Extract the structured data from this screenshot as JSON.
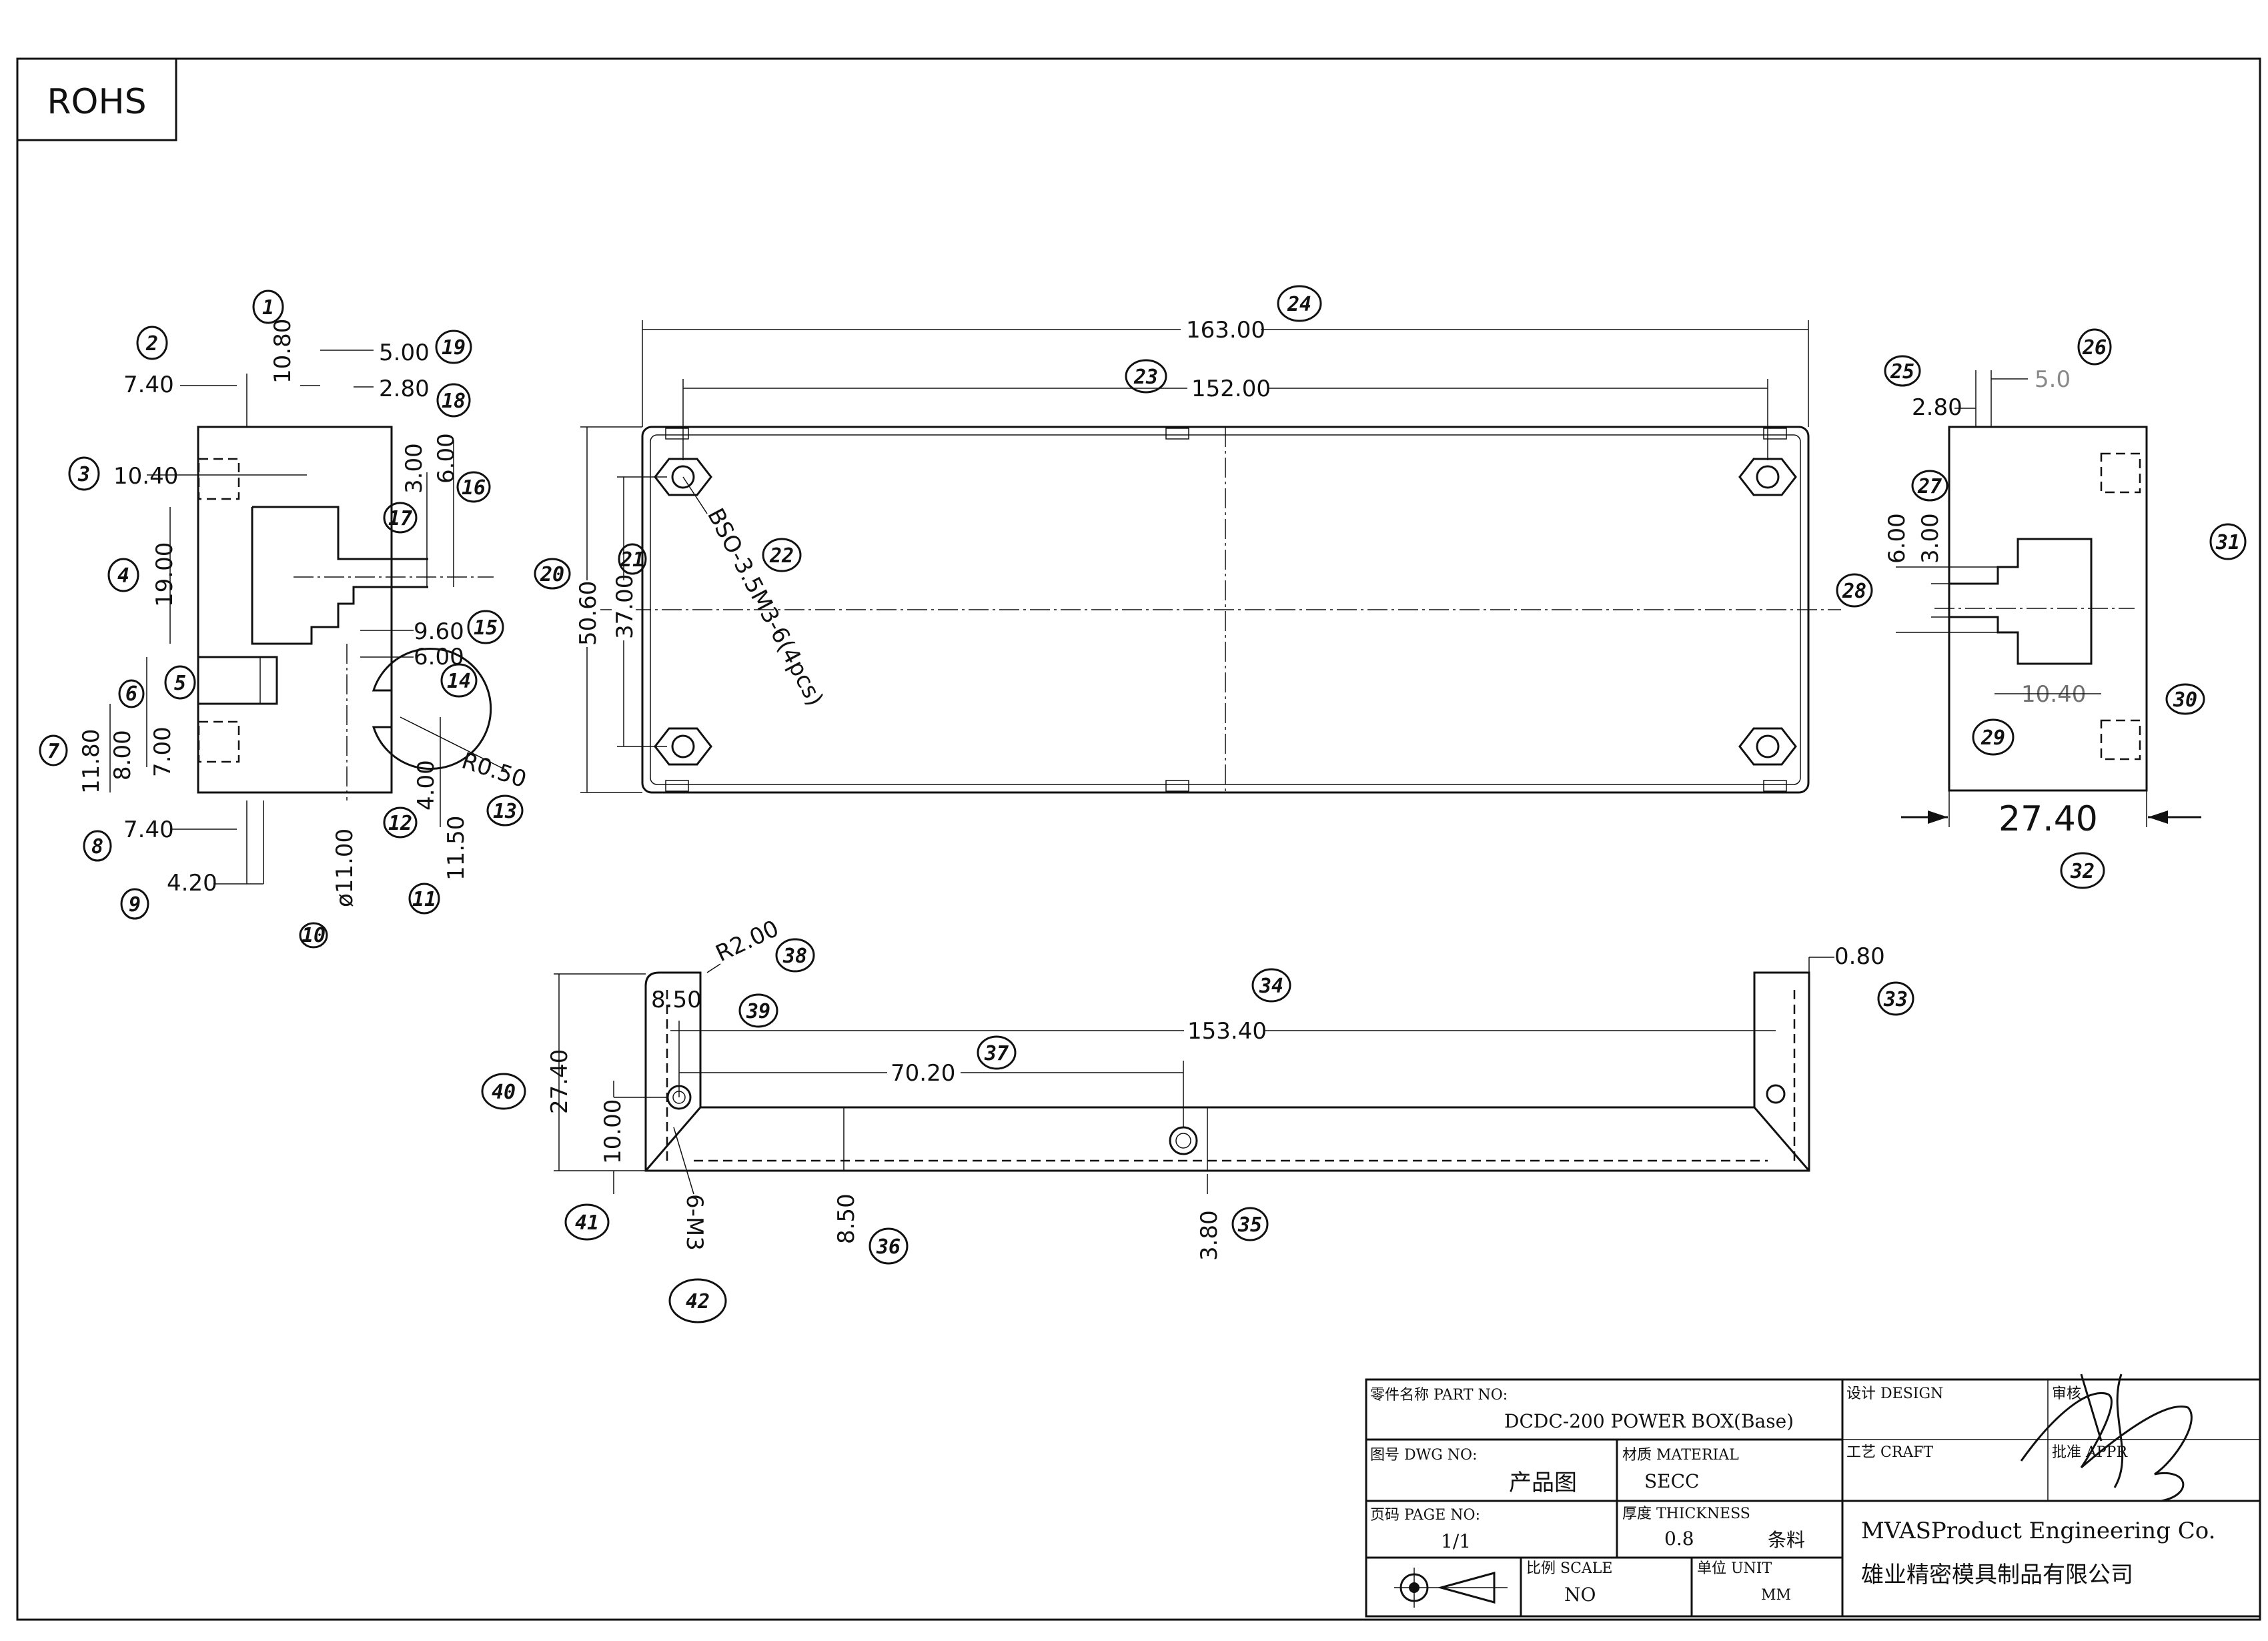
{
  "rohs": "ROHS",
  "side_view_left": {
    "dims": [
      "7.40",
      "10.80",
      "5.00",
      "2.80",
      "10.40",
      "3.00",
      "6.00",
      "19.00",
      "9.60",
      "6.00",
      "11.80",
      "8.00",
      "7.00",
      "R0.50",
      "4.00",
      "11.50",
      "7.40",
      "4.20",
      "ø11.00"
    ],
    "callouts": [
      "1",
      "2",
      "3",
      "4",
      "5",
      "6",
      "7",
      "8",
      "9",
      "10",
      "11",
      "12",
      "13",
      "14",
      "15",
      "16",
      "17",
      "18",
      "19"
    ]
  },
  "top_view": {
    "dims": [
      "163.00",
      "152.00",
      "50.60",
      "37.00"
    ],
    "note": "BSO-3.5M3-6(4pcs)",
    "callouts": [
      "20",
      "21",
      "22",
      "23",
      "24"
    ]
  },
  "side_view_right": {
    "dims": [
      "2.80",
      "5.0",
      "6.00",
      "3.00",
      "10.40",
      "27.40"
    ],
    "callouts": [
      "25",
      "26",
      "27",
      "28",
      "29",
      "30",
      "31",
      "32"
    ]
  },
  "front_view": {
    "dims": [
      "R2.00",
      "0.80",
      "8.50",
      "153.40",
      "70.20",
      "27.40",
      "10.00",
      "6-M3",
      "8.50",
      "3.80"
    ],
    "callouts": [
      "33",
      "34",
      "35",
      "36",
      "37",
      "38",
      "39",
      "40",
      "41",
      "42"
    ]
  },
  "title_block": {
    "part_no_label": "零件名称 PART NO:",
    "part_no_value": "DCDC-200 POWER BOX(Base)",
    "design_label": "设计 DESIGN",
    "review_label": "审核",
    "dwg_no_label": "图号 DWG NO:",
    "dwg_no_value": "产品图",
    "material_label": "材质 MATERIAL",
    "material_value": "SECC",
    "craft_label": "工艺 CRAFT",
    "approve_label": "批准 APPR",
    "page_no_label": "页码 PAGE NO:",
    "page_no_value": "1/1",
    "thickness_label": "厚度 THICKNESS",
    "thickness_value": "0.8",
    "thickness_extra": "条料",
    "scale_label": "比例 SCALE",
    "scale_value": "NO",
    "unit_label": "单位 UNIT",
    "unit_value": "MM",
    "company_en": "MVASProduct Engineering Co.",
    "company_cn": "雄业精密模具制品有限公司"
  }
}
